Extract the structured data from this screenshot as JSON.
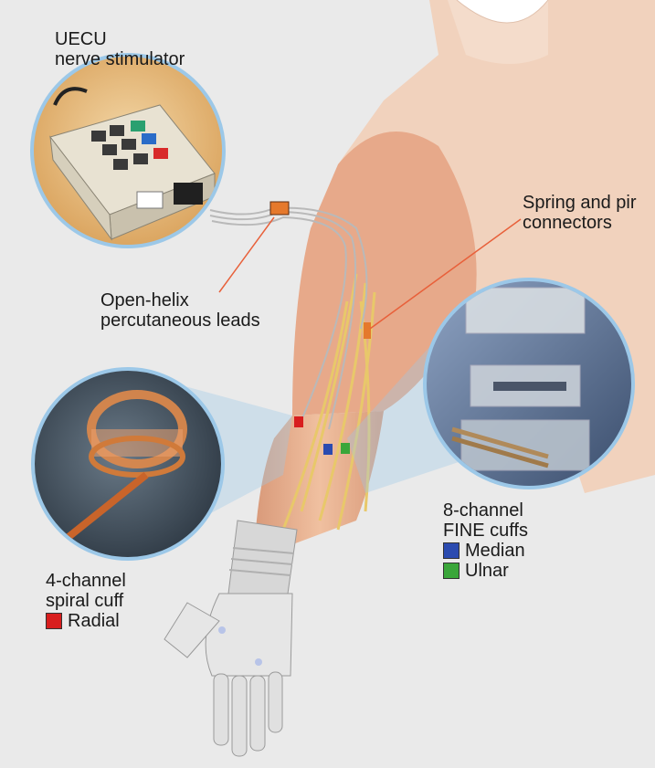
{
  "labels": {
    "stimulator_line1": "UECU",
    "stimulator_line2": "nerve stimulator",
    "connectors_line1": "Spring and pir",
    "connectors_line2": "connectors",
    "leads_line1": "Open-helix",
    "leads_line2": "percutaneous leads",
    "fine_line1": "8-channel",
    "fine_line2": "FINE cuffs",
    "spiral_line1": "4-channel",
    "spiral_line2": "spiral cuff"
  },
  "legend": {
    "median": {
      "label": "Median",
      "color": "#2b4bb0"
    },
    "ulnar": {
      "label": "Ulnar",
      "color": "#3aa63a"
    },
    "radial": {
      "label": "Radial",
      "color": "#d81e1e"
    }
  },
  "colors": {
    "skin": "#e8b08e",
    "nerve": "#e8c86a",
    "lead_line": "#e8603a",
    "inset_ring": "#9cc8e8"
  }
}
